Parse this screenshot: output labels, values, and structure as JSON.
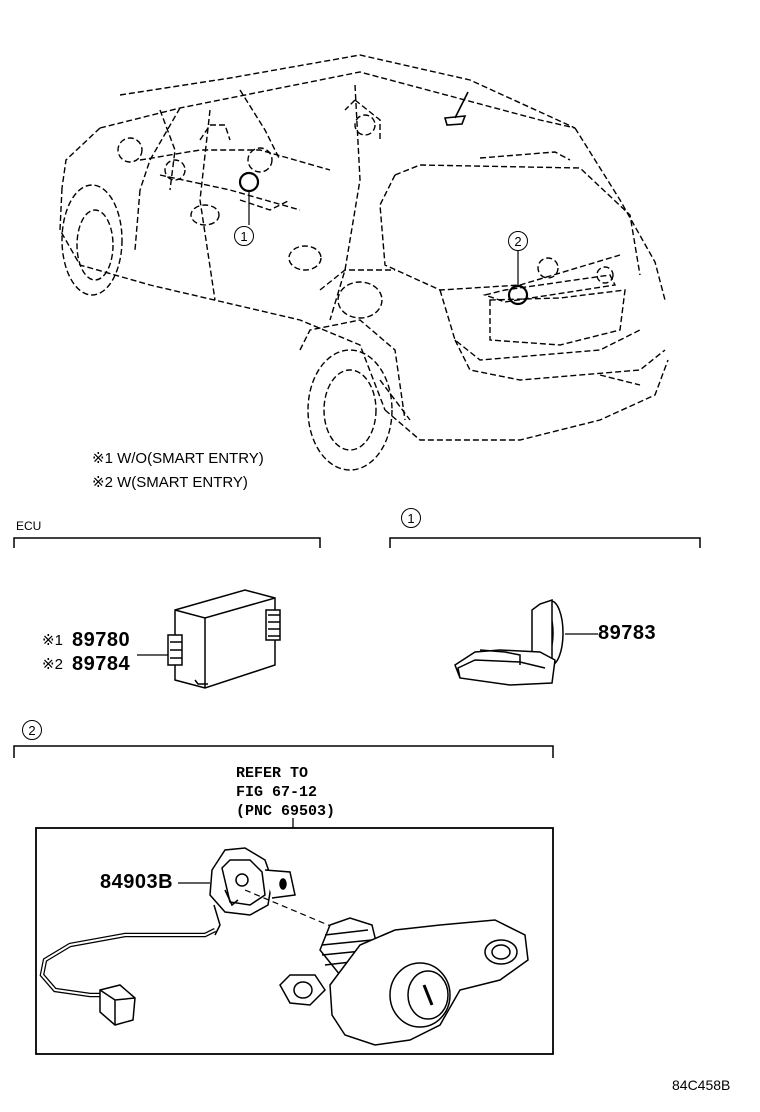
{
  "notes": {
    "note1": "※1 W/O(SMART ENTRY)",
    "note2": "※2 W(SMART ENTRY)"
  },
  "callouts": {
    "c1": "1",
    "c2": "2"
  },
  "sections": {
    "ecu_title": "ECU",
    "sec1_marker": "1",
    "sec2_marker": "2"
  },
  "parts": {
    "ecu_mark1": "※1",
    "ecu_part1": "89780",
    "ecu_mark2": "※2",
    "ecu_part2": "89784",
    "antenna_part": "89783",
    "switch_part": "84903B"
  },
  "reference": {
    "line1": "REFER TO",
    "line2": "FIG 67-12",
    "line3": "(PNC 69503)"
  },
  "diagram_code": "84C458B"
}
